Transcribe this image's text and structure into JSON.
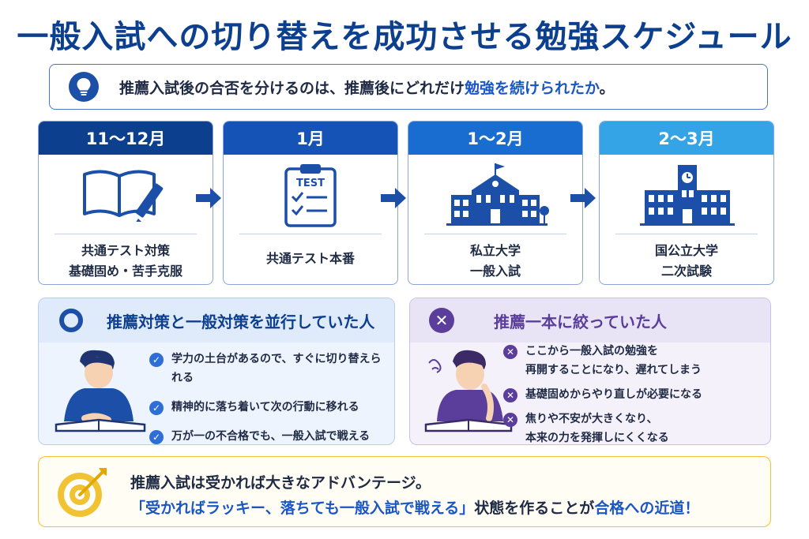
{
  "title": "一般入試への切り替えを成功させる勉強スケジュール",
  "lead": {
    "text_before": "推薦入試後の合否を分けるのは、推薦後にどれだけ",
    "text_highlight": "勉強を続けられたか",
    "text_after": "。",
    "icon": "lightbulb-icon"
  },
  "steps": [
    {
      "period": "11〜12月",
      "line1": "共通テスト対策",
      "line2": "基礎固め・苦手克服",
      "icon": "book-pencil-icon",
      "color": "#0d3f8f"
    },
    {
      "period": "1月",
      "line1": "共通テスト本番",
      "line2": "",
      "icon": "test-clipboard-icon",
      "icon_text": "TEST",
      "color": "#1553b6"
    },
    {
      "period": "1〜2月",
      "line1": "私立大学",
      "line2": "一般入試",
      "icon": "private-university-icon",
      "color": "#1a6dd0"
    },
    {
      "period": "2〜3月",
      "line1": "国公立大学",
      "line2": "二次試験",
      "icon": "national-university-icon",
      "color": "#34a4e6"
    }
  ],
  "good": {
    "title": "推薦対策と一般対策を並行していた人",
    "mark": "circle-icon",
    "items": [
      "学力の土台があるので、すぐに切り替えられる",
      "精神的に落ち着いて次の行動に移れる",
      "万が一の不合格でも、一般入試で戦える"
    ]
  },
  "bad": {
    "title": "推薦一本に絞っていた人",
    "mark": "cross-icon",
    "items": [
      [
        "ここから一般入試の勉強を",
        "再開することになり、遅れてしまう"
      ],
      [
        "基礎固めからやり直しが必要になる"
      ],
      [
        "焦りや不安が大きくなり、",
        "本来の力を発揮しにくくなる"
      ]
    ]
  },
  "bottom": {
    "line1": "推薦入試は受かれば大きなアドバンテージ。",
    "quote": "「受かればラッキー、落ちても一般入試で戦える」",
    "mid": "状態を作ることが",
    "goal": "合格への近道",
    "end": "！",
    "icon": "target-arrow-icon"
  },
  "colors": {
    "title": "#0d3f8f",
    "accent_blue": "#1a56c4",
    "good_bg": "#eef4fd",
    "bad_bg": "#f4f1fb",
    "bad_accent": "#5b3d9c",
    "gold": "#f1c232"
  }
}
